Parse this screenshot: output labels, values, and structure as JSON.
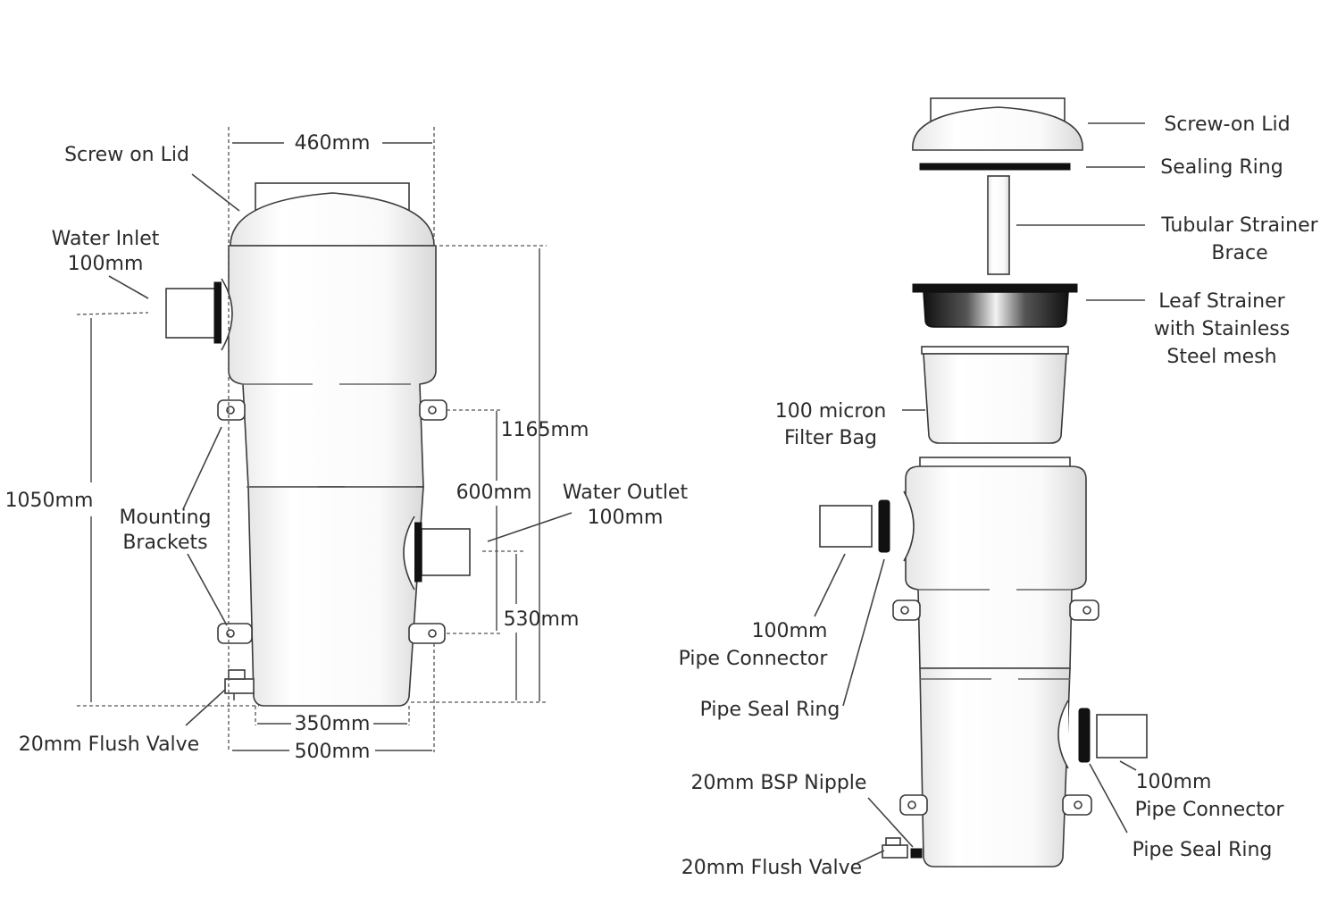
{
  "left_view": {
    "labels": {
      "screw_on_lid": "Screw on Lid",
      "water_inlet": "Water Inlet",
      "water_inlet_size": "100mm",
      "water_outlet": "Water Outlet",
      "water_outlet_size": "100mm",
      "mounting": "Mounting",
      "brackets": "Brackets",
      "flush_valve": "20mm Flush Valve"
    },
    "dimensions": {
      "lid_width": "460mm",
      "total_height": "1165mm",
      "inlet_height": "1050mm",
      "bracket_spacing": "600mm",
      "outlet_height": "530mm",
      "base_width": "350mm",
      "overall_width": "500mm"
    }
  },
  "right_view": {
    "labels": {
      "screw_on_lid": "Screw-on Lid",
      "sealing_ring": "Sealing Ring",
      "tubular_strainer_1": "Tubular Strainer",
      "tubular_strainer_2": "Brace",
      "leaf_strainer_1": "Leaf Strainer",
      "leaf_strainer_2": "with Stainless",
      "leaf_strainer_3": "Steel mesh",
      "filter_bag_1": "100 micron",
      "filter_bag_2": "Filter Bag",
      "pipe_connector_left_1": "100mm",
      "pipe_connector_left_2": "Pipe Connector",
      "pipe_seal_ring_left": "Pipe Seal Ring",
      "bsp_nipple": "20mm BSP Nipple",
      "flush_valve": "20mm Flush Valve",
      "pipe_connector_right_1": "100mm",
      "pipe_connector_right_2": "Pipe Connector",
      "pipe_seal_ring_right": "Pipe Seal Ring"
    }
  }
}
